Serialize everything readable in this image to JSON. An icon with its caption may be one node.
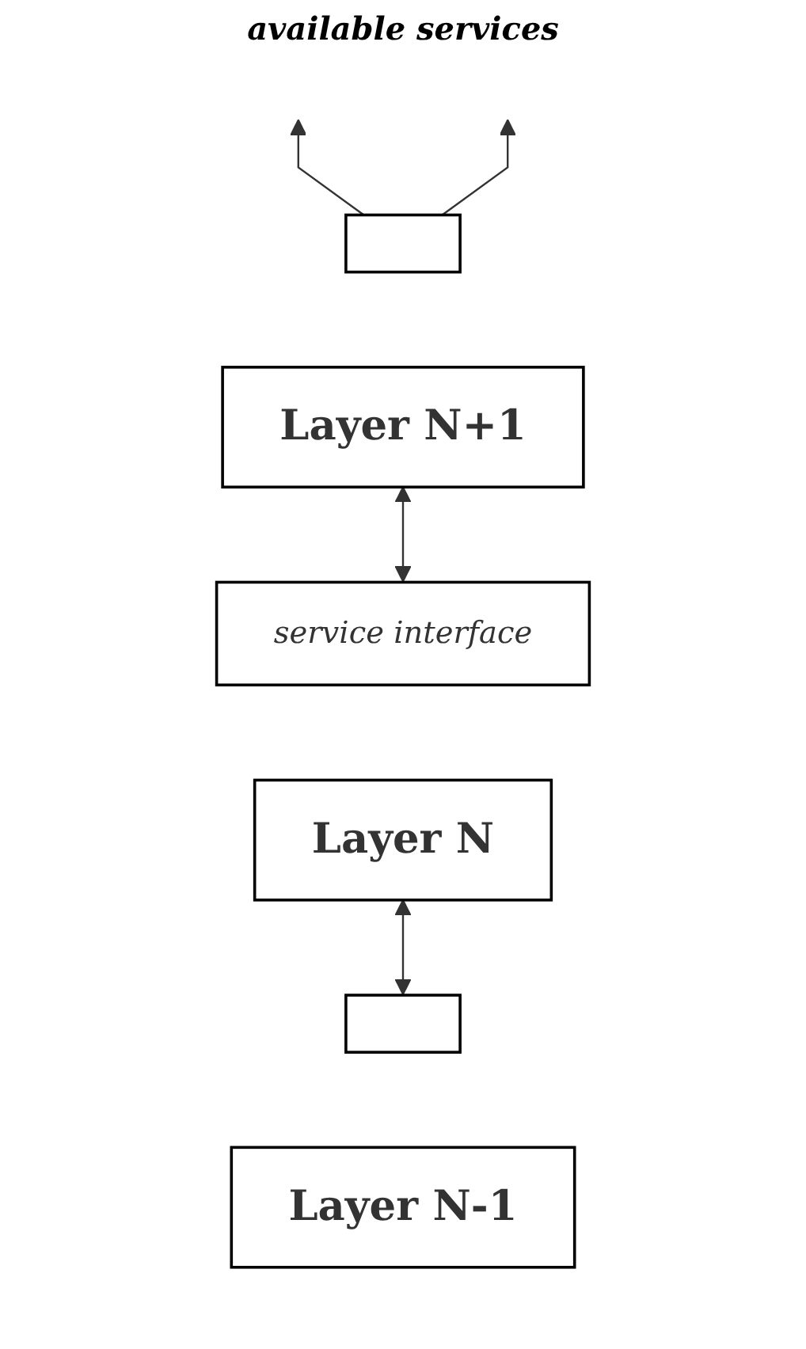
{
  "diagram": {
    "nodes": [
      {
        "text": [],
        "shape": "box"
      },
      {
        "text": [
          "Layer N+1"
        ]
      },
      {
        "text": [
          "service interface"
        ]
      },
      {
        "text": [
          "Layer N"
        ]
      },
      {
        "text": [],
        "shape": "box"
      },
      {
        "text": [
          "Layer N-1"
        ]
      }
    ],
    "edges": [
      {
        "from": 0,
        "to": null,
        "arrow": "to"
      },
      {
        "from": 0,
        "to": null,
        "arrow": "to"
      },
      {
        "from": 1,
        "to": 2,
        "arrow": "both"
      },
      {
        "from": 3,
        "to": 4,
        "arrow": "both"
      }
    ],
    "labels": [
      "available services"
    ]
  }
}
